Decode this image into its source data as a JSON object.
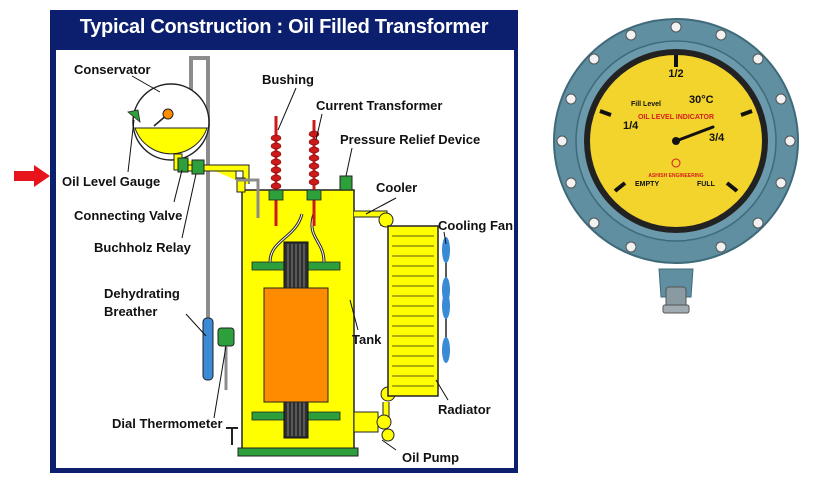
{
  "slide": {
    "title": "Typical Construction  : Oil Filled Transformer",
    "colors": {
      "background": "#0b1f6e",
      "tank": "#ffff00",
      "core": "#ff8c00",
      "bushing": "#cc1a1a",
      "pipe": "#8c8c8c"
    }
  },
  "labels": {
    "conservator": "Conservator",
    "oil_level_gauge": "Oil Level Gauge",
    "connecting_valve": "Connecting Valve",
    "buchholz_relay": "Buchholz Relay",
    "dehydrating_breather_1": "Dehydrating",
    "dehydrating_breather_2": "Breather",
    "dial_thermometer": "Dial Thermometer",
    "bushing": "Bushing",
    "current_transformer": "Current Transformer",
    "pressure_relief_device": "Pressure Relief Device",
    "cooler": "Cooler",
    "cooling_fan": "Cooling Fan",
    "tank": "Tank",
    "radiator": "Radiator",
    "oil_pump": "Oil Pump"
  },
  "pointer": {
    "icon": "red-arrow-right-icon",
    "target": "Oil Level Gauge",
    "color": "#e8141b"
  },
  "gauge": {
    "fill_level_label": "Fill Level",
    "temperature": "30°C",
    "title": "OIL LEVEL INDICATOR",
    "half": "1/2",
    "quarter": "1/4",
    "three_quarter": "3/4",
    "empty": "EMPTY",
    "full": "FULL",
    "maker": "ASHISH ENGINEERING",
    "colors": {
      "housing": "#5f8fa0",
      "face": "#f2d42c",
      "needle": "#111111",
      "title": "#d41f1f"
    }
  }
}
